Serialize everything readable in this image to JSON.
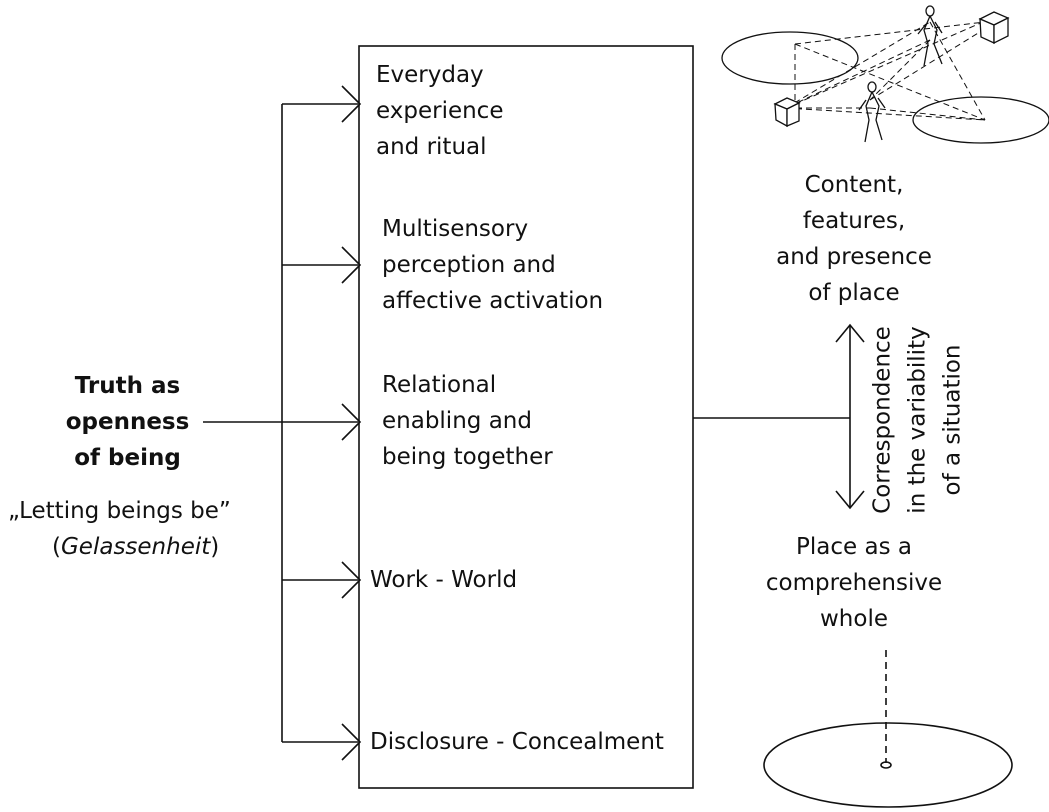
{
  "left": {
    "title_lines": [
      "Truth as",
      "openness",
      "of being"
    ],
    "quote": "„Letting beings be”",
    "paren_open": "(",
    "paren_term": "Gelassenheit",
    "paren_close": ")"
  },
  "aspects": [
    {
      "lines": [
        "Everyday",
        "experience",
        "and ritual"
      ]
    },
    {
      "lines": [
        "Multisensory",
        "perception and",
        "affective activation"
      ]
    },
    {
      "lines": [
        "Relational",
        "enabling and",
        "being together"
      ]
    },
    {
      "lines": [
        "Work - World"
      ]
    },
    {
      "lines": [
        "Disclosure - Concealment"
      ]
    }
  ],
  "right": {
    "top_lines": [
      "Content,",
      "features,",
      "and presence",
      "of place"
    ],
    "bottom_lines": [
      "Place as a",
      "comprehensive",
      "whole"
    ],
    "vertical_lines": [
      "Correspondence",
      "in the variability",
      "of a situation"
    ]
  }
}
